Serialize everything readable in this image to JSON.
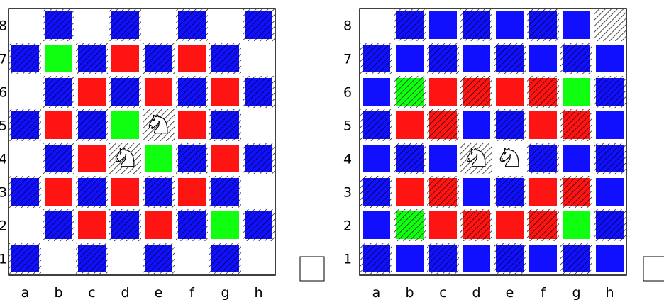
{
  "colors": {
    "blue": "#1010ff",
    "red": "#ff1414",
    "green": "#10ff10",
    "white": "#ffffff",
    "hatch": "#000000",
    "frame": "#000000"
  },
  "files": [
    "a",
    "b",
    "c",
    "d",
    "e",
    "f",
    "g",
    "h"
  ],
  "ranks": [
    "8",
    "7",
    "6",
    "5",
    "4",
    "3",
    "2",
    "1"
  ],
  "boards": [
    {
      "name": "board-left",
      "grid": [
        "WBWBWBWB",
        "BGBRBRBW",
        "WBRBRBRB",
        "BRBGNRBW",
        "WBRNGBRB",
        "BRBRBRBW",
        "WBRBRBGB",
        "BWBWBWBW"
      ],
      "knights": [
        "e5",
        "d4"
      ]
    },
    {
      "name": "board-right",
      "grid": [
        "WBBBBBBW",
        "BBBBBBBB",
        "BGRRRRGB",
        "BRRBBRRB",
        "BBBNNBBB",
        "BRRBBRRB",
        "BGRRRRGB",
        "BBBBBBBB"
      ],
      "knights": [
        "d4",
        "e4"
      ]
    }
  ],
  "legend_boxes": [
    "empty",
    "empty"
  ]
}
